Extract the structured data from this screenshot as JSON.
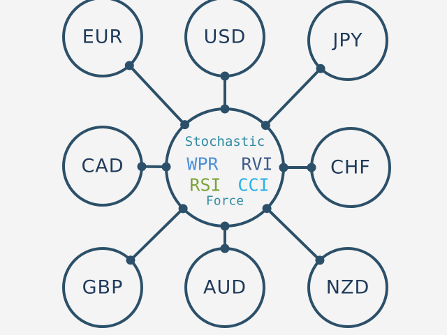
{
  "diagram": {
    "stroke_color": "#2c5069",
    "background": "#f4f4f4",
    "center": {
      "indicators": [
        {
          "label": "Stochastic",
          "color": "#2e8ba3"
        },
        {
          "label": "WPR",
          "color": "#4a8fd8"
        },
        {
          "label": "RVI",
          "color": "#3d5a8a"
        },
        {
          "label": "RSI",
          "color": "#7aa33a"
        },
        {
          "label": "CCI",
          "color": "#29b2e6"
        },
        {
          "label": "Force",
          "color": "#2e8ba3"
        }
      ]
    },
    "currencies": [
      {
        "label": "EUR"
      },
      {
        "label": "USD"
      },
      {
        "label": "JPY"
      },
      {
        "label": "CAD"
      },
      {
        "label": "CHF"
      },
      {
        "label": "GBP"
      },
      {
        "label": "AUD"
      },
      {
        "label": "NZD"
      }
    ]
  }
}
